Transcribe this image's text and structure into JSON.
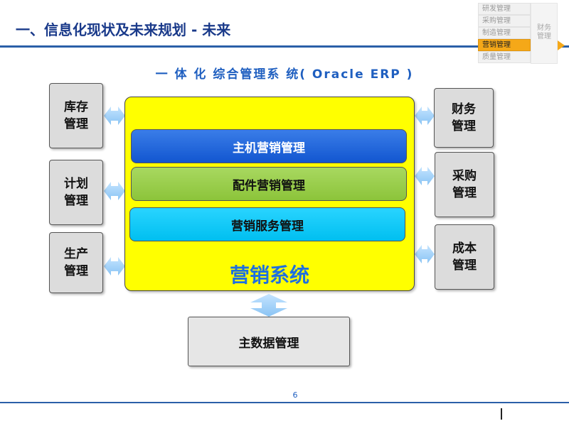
{
  "header": {
    "title": "一、信息化现状及未来规划 - 未来"
  },
  "nav": {
    "items": [
      "研发管理",
      "采购管理",
      "制造管理",
      "营销管理",
      "质量管理"
    ],
    "active_index": 3,
    "side_label": "财务\n管理",
    "active_color": "#f5a818"
  },
  "diagram": {
    "subtitle": "一 体 化 综合管理系 统( Oracle ERP )",
    "left_boxes": [
      "库存管理",
      "计划管理",
      "生产管理"
    ],
    "right_boxes": [
      "财务管理",
      "采购管理",
      "成本管理"
    ],
    "modules": [
      "主机营销管理",
      "配件营销管理",
      "营销服务管理"
    ],
    "system_label": "营销系统",
    "bottom_box": "主数据管理",
    "colors": {
      "system_fill": "#ffff00",
      "module_1": "#1a5fd8",
      "module_2": "#9acd48",
      "module_3": "#00c8f8",
      "arrow": "#9ccfff"
    }
  },
  "footer": {
    "page_number": "6"
  }
}
